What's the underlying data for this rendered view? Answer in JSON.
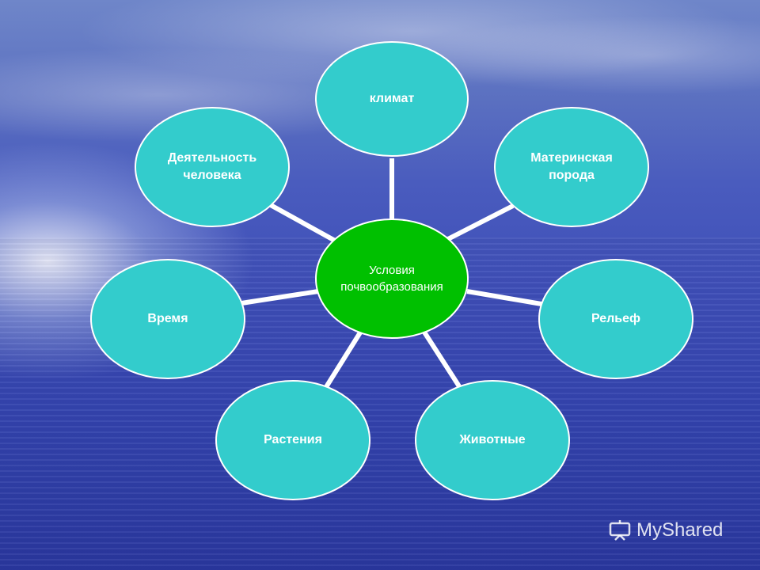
{
  "diagram": {
    "center": "Условия почвообразования",
    "nodes": {
      "climate": "климат",
      "parent_rock": "Материнская\nпорода",
      "relief": "Рельеф",
      "animals": "Животные",
      "plants": "Растения",
      "time": "Время",
      "human": "Деятельность\nчеловека"
    }
  },
  "colors": {
    "outer_fill": "#33cccc",
    "center_fill": "#00c000",
    "connector": "#ffffff"
  },
  "watermark": "MyShared"
}
